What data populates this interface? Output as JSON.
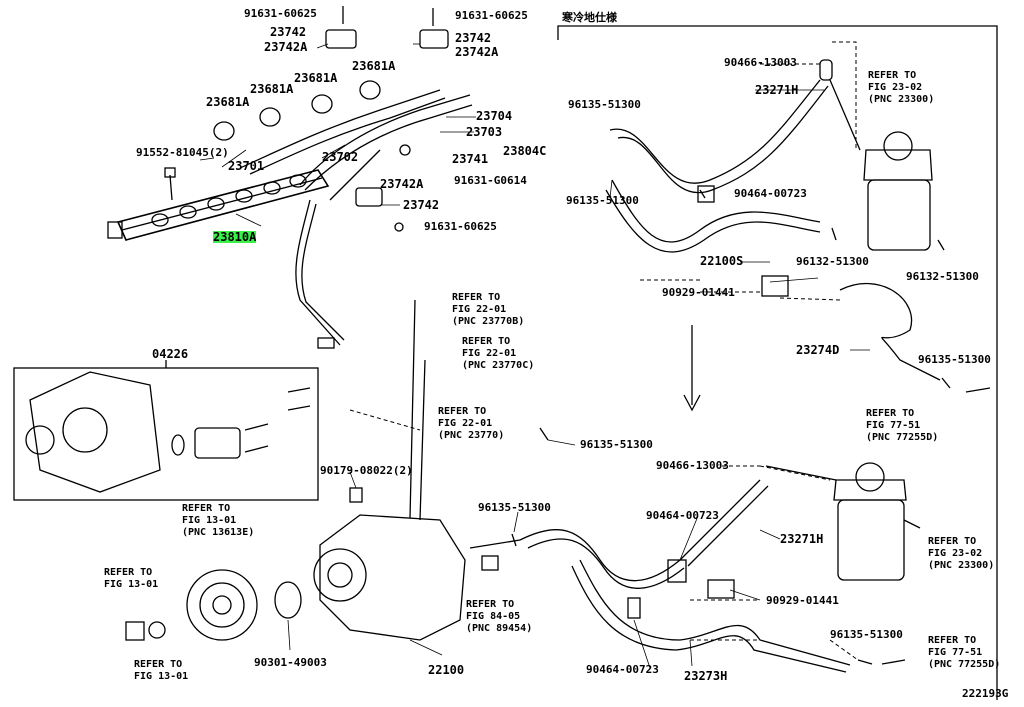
{
  "diagram": {
    "title_jp": "寒冷地仕様",
    "figure_id": "222193G",
    "highlight_color": "#3cf04a",
    "parts": {
      "p1": "91631-60625",
      "p2": "23742",
      "p3": "23742A",
      "p4": "91631-60625",
      "p5": "23742",
      "p6": "23742A",
      "p7": "23681A",
      "p8": "23681A",
      "p9": "23681A",
      "p10": "23681A",
      "p11": "23704",
      "p12": "23703",
      "p13": "23804C",
      "p14": "23741",
      "p15": "91631-G0614",
      "p16": "91552-81045(2)",
      "p17": "23701",
      "p18": "23702",
      "p19": "23742A",
      "p20": "23742",
      "p21": "91631-60625",
      "p22": "23810A",
      "p23": "04226",
      "p24": "90179-08022(2)",
      "p25": "96135-51300",
      "p26": "90301-49003",
      "p27": "22100",
      "p28": "96135-51300",
      "p29": "90466-13003",
      "p30": "23271H",
      "p31": "96135-51300",
      "p32": "96135-51300",
      "p33": "90464-00723",
      "p34": "22100S",
      "p35": "90929-01441",
      "p36": "96132-51300",
      "p37": "96132-51300",
      "p38": "23274D",
      "p39": "96135-51300",
      "p40": "90466-13003",
      "p41": "90464-00723",
      "p42": "23271H",
      "p43": "90929-01441",
      "p44": "90464-00723",
      "p45": "23273H",
      "p46": "96135-51300"
    },
    "refs": {
      "r1": "REFER TO\nFIG 22-01\n(PNC 23770B)",
      "r2": "REFER TO\nFIG 22-01\n(PNC 23770C)",
      "r3": "REFER TO\nFIG 22-01\n(PNC 23770)",
      "r4": "REFER TO\nFIG 13-01\n(PNC 13613E)",
      "r5": "REFER TO\nFIG 13-01",
      "r6": "REFER TO\nFIG 13-01",
      "r7": "REFER TO\nFIG 84-05\n(PNC 89454)",
      "r8": "REFER TO\nFIG 23-02\n(PNC 23300)",
      "r9": "REFER TO\nFIG 77-51\n(PNC 77255D)",
      "r10": "REFER TO\nFIG 23-02\n(PNC 23300)",
      "r11": "REFER TO\nFIG 77-51\n(PNC 77255D)"
    }
  }
}
